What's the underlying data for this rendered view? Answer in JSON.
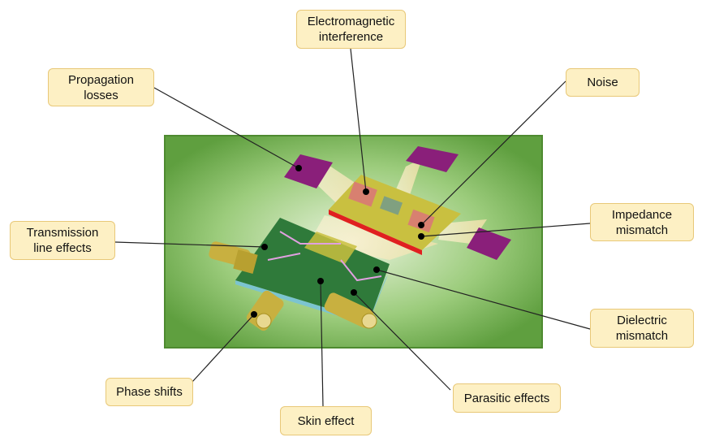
{
  "labels": {
    "emi": "Electromagnetic\ninterference",
    "propagation": "Propagation\nlosses",
    "noise": "Noise",
    "transmission": "Transmission\nline effects",
    "impedance": "Impedance\nmismatch",
    "dielectric": "Dielectric\nmismatch",
    "phase": "Phase shifts",
    "skin": "Skin effect",
    "parasitic": "Parasitic effects"
  },
  "colors": {
    "background_green": "#6aa84f",
    "label_fill": "#fdf0c4",
    "label_border": "#e8c878",
    "pcb_green": "#2f7a3a",
    "module_yellow": "#c9c040",
    "chip_purple": "#8a1f7a",
    "connector_gold": "#c8b040"
  }
}
